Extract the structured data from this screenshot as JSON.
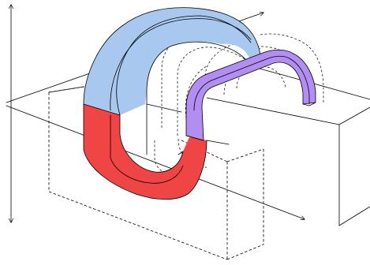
{
  "colors": {
    "background": "#ffffff",
    "line": "#000000",
    "magnet_north": "#a9c8f0",
    "magnet_south": "#ef4545",
    "wire_loop": "#b28ef2",
    "wire_loop_edge": "#7a4fc4"
  },
  "elements": {
    "vertical_axis": "double-headed-arrow",
    "horizontal_axis_upper": "arrow",
    "horizontal_axis_lower": "arrow",
    "magnet": "horseshoe",
    "loop": "rectangular-wire-loop",
    "frame": "box"
  }
}
